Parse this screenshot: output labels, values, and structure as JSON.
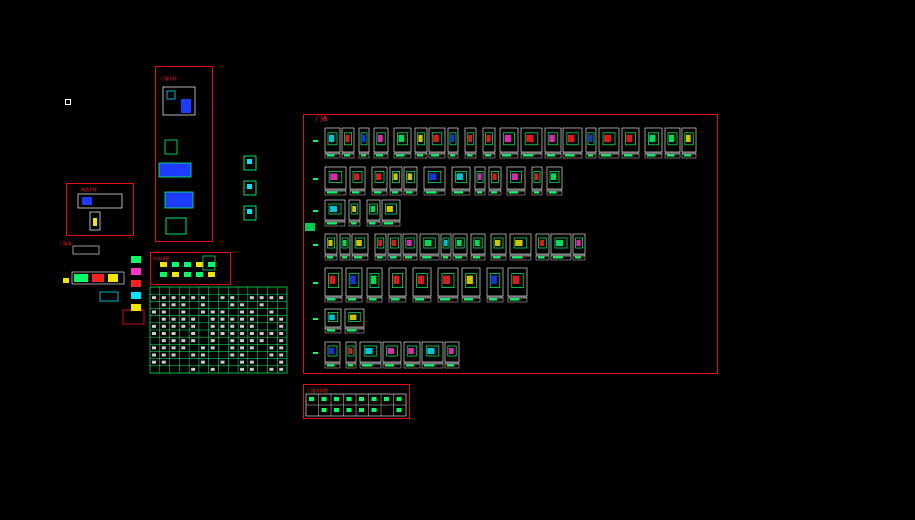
{
  "viewport": {
    "background": "#000000"
  },
  "colors": {
    "frame": "#e01010",
    "line": "#00ff66",
    "white": "#ffffff",
    "cyan": "#00e5ff",
    "magenta": "#ff33cc",
    "blue": "#1e3cff",
    "red": "#ff2020",
    "yellow": "#f2e600"
  },
  "cursor_icon": "pickbox-cursor-icon",
  "sheets": [
    {
      "id": "door-schedule",
      "label": "门表"
    },
    {
      "id": "detail-a",
      "label": "门窗大样"
    },
    {
      "id": "detail-b",
      "label": "构造大样"
    },
    {
      "id": "detail-c",
      "label": "节点详图"
    },
    {
      "id": "detail-d",
      "label": "门窗表"
    },
    {
      "id": "detail-e",
      "label": "门窗大样图"
    }
  ]
}
